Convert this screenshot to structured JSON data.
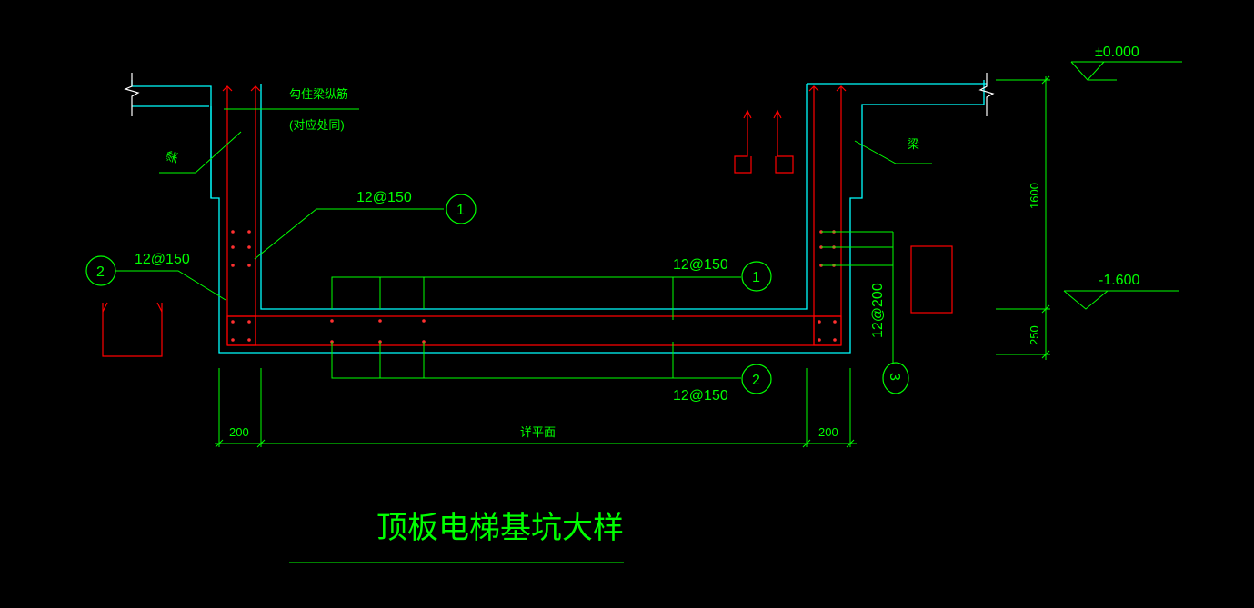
{
  "drawing": {
    "title": "顶板电梯基坑大样",
    "labels": {
      "rebar_left_inner": "12@150",
      "rebar_left_outer": "12@150",
      "rebar_top": "12@150",
      "rebar_bottom": "12@150",
      "rebar_side": "12@200",
      "beam_left": "梁",
      "beam_right": "梁",
      "anchor_note_1": "勾住梁纵筋",
      "anchor_note_2": "(对应处同)",
      "elev_top": "±0.000",
      "elev_bottom": "-1.600",
      "dim_height": "1600",
      "dim_slab": "250",
      "dim_left": "200",
      "dim_right": "200",
      "dim_middle": "详平面"
    },
    "callouts": {
      "c1_upper": "1",
      "c1_right": "1",
      "c2_left": "2",
      "c2_bottom": "2",
      "c3": "3"
    },
    "colors": {
      "background": "#000000",
      "concrete": "#00ffff",
      "rebar": "#ff0000",
      "annotation": "#00ff00",
      "leader": "#ffffff"
    }
  }
}
